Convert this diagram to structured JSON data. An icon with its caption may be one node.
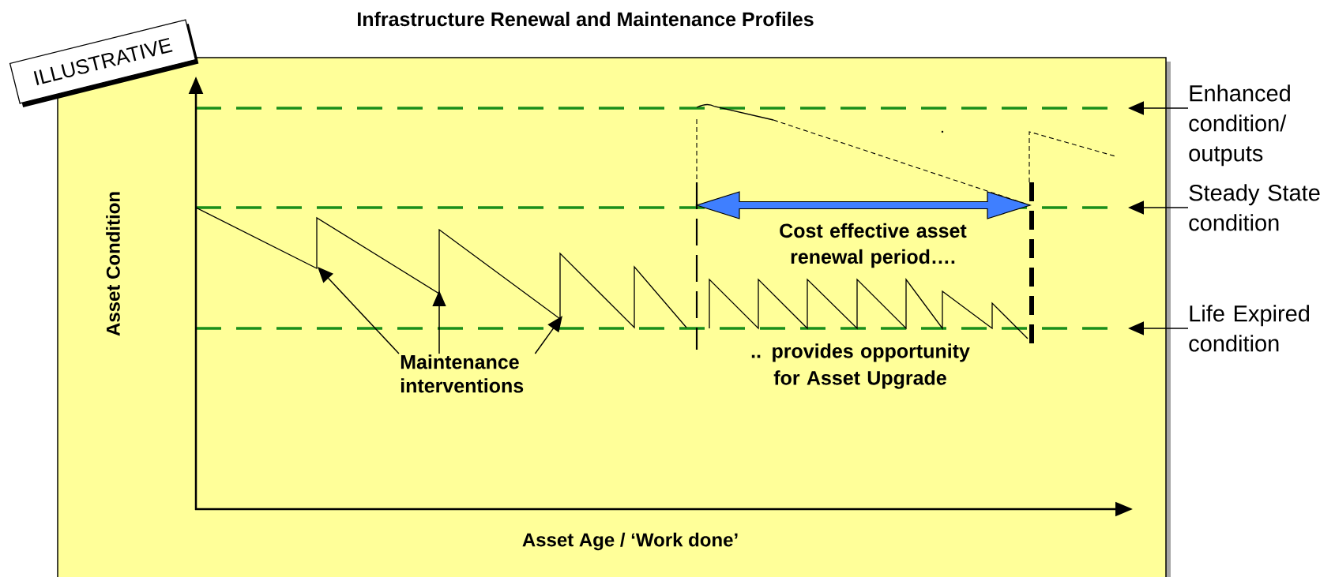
{
  "diagram": {
    "title": "Infrastructure Renewal and Maintenance Profiles",
    "nodes": [
      {
        "text": [
          "ILLUSTRATIVE"
        ]
      },
      {
        "text": [
          "Enhanced condition/ outputs"
        ]
      },
      {
        "text": [
          "Steady State condition"
        ]
      },
      {
        "text": [
          "Life Expired condition"
        ]
      },
      {
        "text": [
          "Maintenance interventions"
        ]
      }
    ],
    "edges": [
      {
        "from": 1,
        "to": null,
        "arrow": "to"
      },
      {
        "from": 2,
        "to": null,
        "arrow": "to"
      },
      {
        "from": 3,
        "to": null,
        "arrow": "to"
      },
      {
        "from": 4,
        "to": null,
        "arrow": "to"
      },
      {
        "from": 4,
        "to": null,
        "arrow": "to"
      },
      {
        "from": 4,
        "to": null,
        "arrow": "to"
      }
    ],
    "labels": [
      "Cost effective asset renewal period….",
      "Asset Condition",
      ".. provides opportunity for Asset Upgrade",
      "Asset Age / ‘Work done’"
    ]
  }
}
